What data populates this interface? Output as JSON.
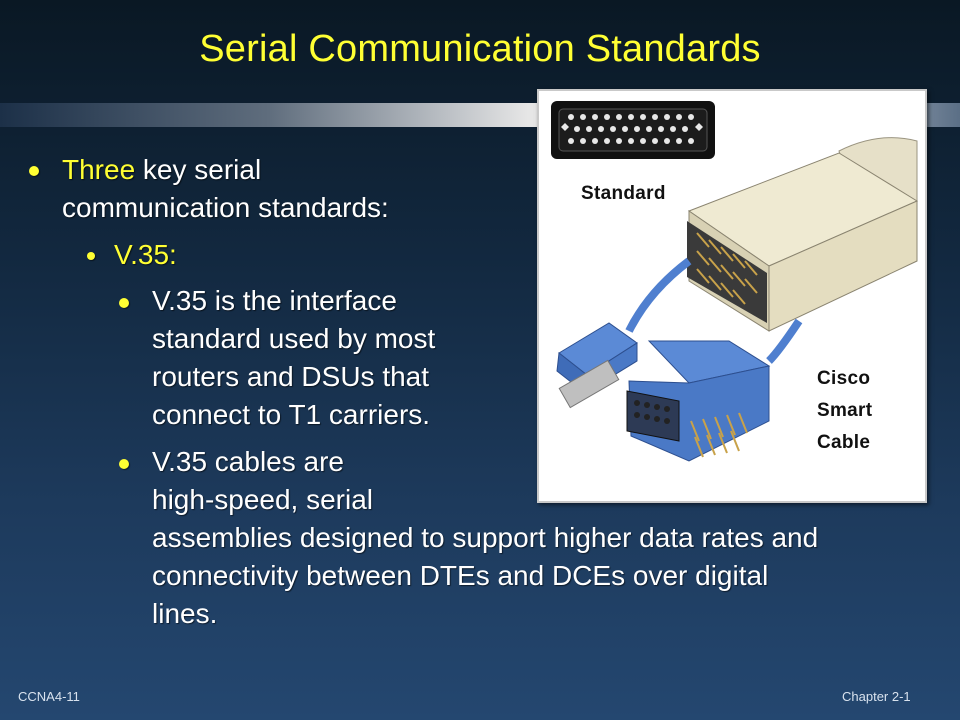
{
  "slide": {
    "title": "Serial Communication Standards",
    "bullet1": {
      "highlight": "Three",
      "line1_rest": " key serial",
      "line2": "communication standards:"
    },
    "bullet2": {
      "label": "V.35:"
    },
    "bullet3": {
      "lines": [
        "V.35 is the interface",
        "standard used by most",
        "routers and DSUs that",
        "connect to T1 carriers."
      ]
    },
    "bullet4": {
      "lines": [
        "V.35 cables are",
        "high-speed, serial",
        "assemblies designed to support higher data rates and",
        "connectivity between DTEs and DCEs over digital",
        "lines."
      ]
    },
    "figure": {
      "label_standard": "Standard",
      "label_cisco": "Cisco",
      "label_smart": "Smart",
      "label_cable": "Cable"
    },
    "footer": {
      "left": "CCNA4-11",
      "right": "Chapter 2-1"
    },
    "colors": {
      "title": "#ffff33",
      "text": "#ffffff",
      "bullet": "#ffff33"
    }
  }
}
